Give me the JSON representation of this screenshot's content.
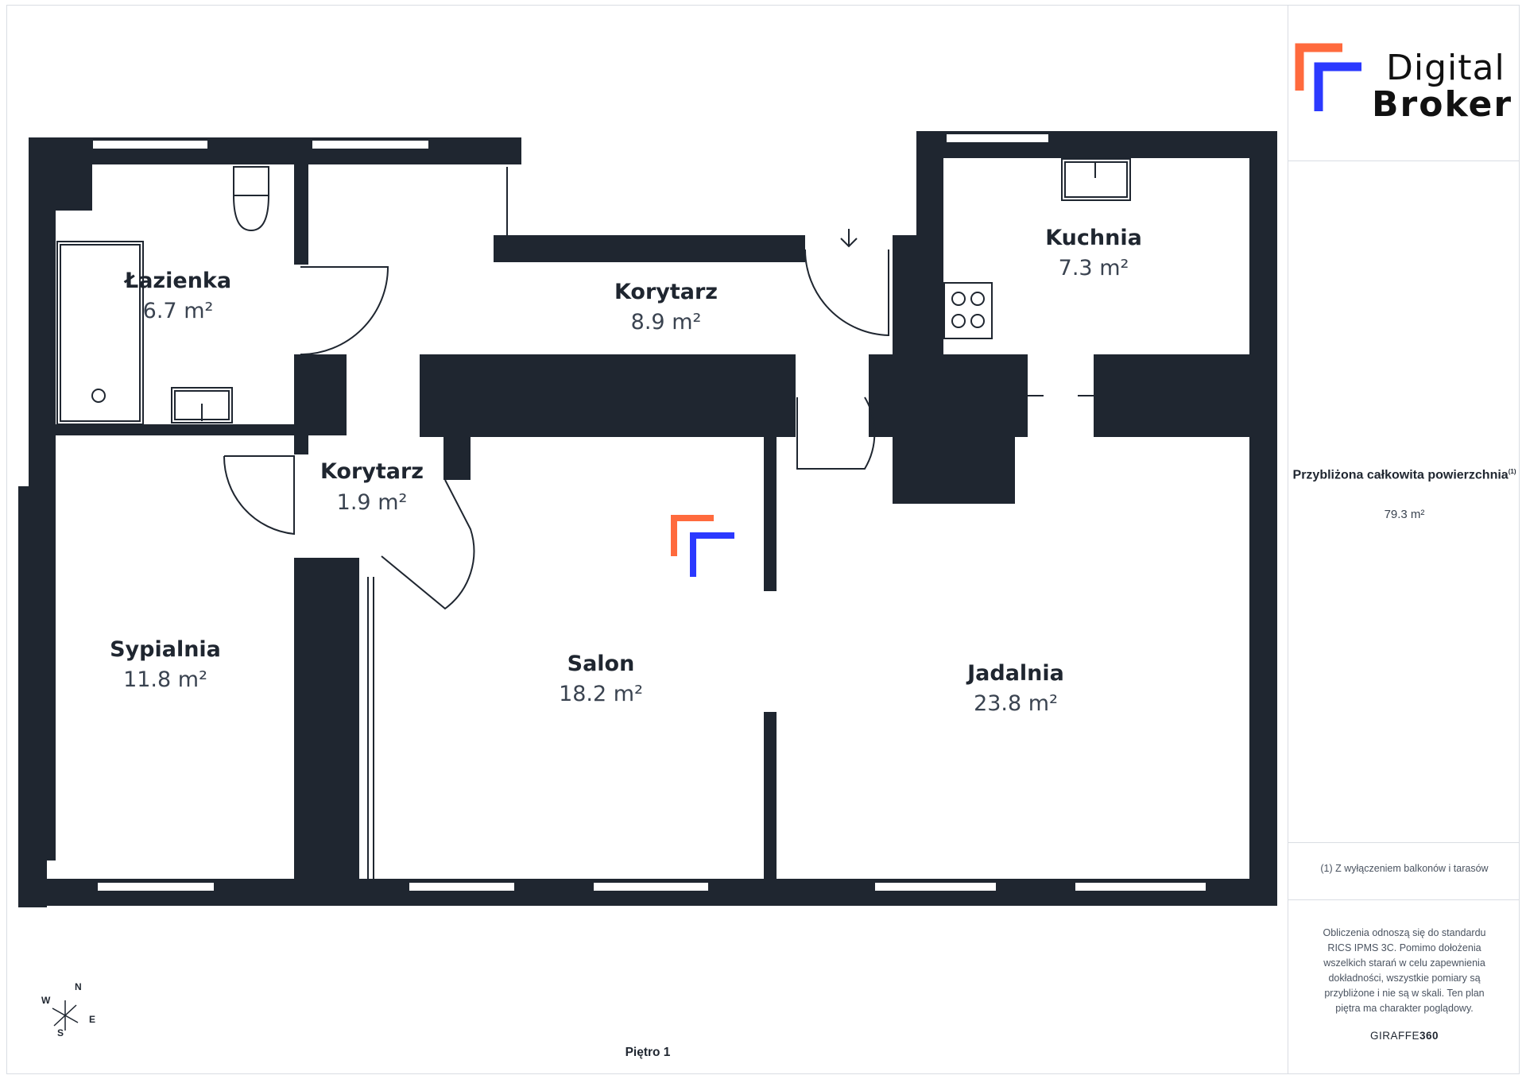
{
  "logo": {
    "line1": "Digital",
    "line2": "Broker",
    "colors": {
      "orange": "#ff6a3d",
      "blue": "#2b39ff"
    }
  },
  "rooms": [
    {
      "id": "lazienka",
      "name": "Łazienka",
      "area": "6.7 m²"
    },
    {
      "id": "korytarz-main",
      "name": "Korytarz",
      "area": "8.9 m²"
    },
    {
      "id": "kuchnia",
      "name": "Kuchnia",
      "area": "7.3 m²"
    },
    {
      "id": "korytarz-small",
      "name": "Korytarz",
      "area": "1.9 m²"
    },
    {
      "id": "sypialnia",
      "name": "Sypialnia",
      "area": "11.8 m²"
    },
    {
      "id": "salon",
      "name": "Salon",
      "area": "18.2 m²"
    },
    {
      "id": "jadalnia",
      "name": "Jadalnia",
      "area": "23.8 m²"
    }
  ],
  "level": "Piętro 1",
  "compass": {
    "n": "N",
    "s": "S",
    "e": "E",
    "w": "W"
  },
  "sidebar": {
    "total_area_title": "Przybliżona całkowita powierzchnia",
    "total_area_marker": "(1)",
    "total_area_value": "79.3 m²",
    "footnote": "(1) Z wyłączeniem balkonów i tarasów",
    "disclaimer": "Obliczenia odnoszą się do standardu RICS IPMS 3C. Pomimo dołożenia wszelkich starań w celu zapewnienia dokładności, wszystkie pomiary są przybliżone i nie są w skali. Ten plan piętra ma charakter poglądowy.",
    "brand_prefix": "GIRAFFE",
    "brand_suffix": "360"
  },
  "colors": {
    "wall": "#1f2630",
    "line": "#1f2630",
    "divider": "#d9dde3"
  }
}
